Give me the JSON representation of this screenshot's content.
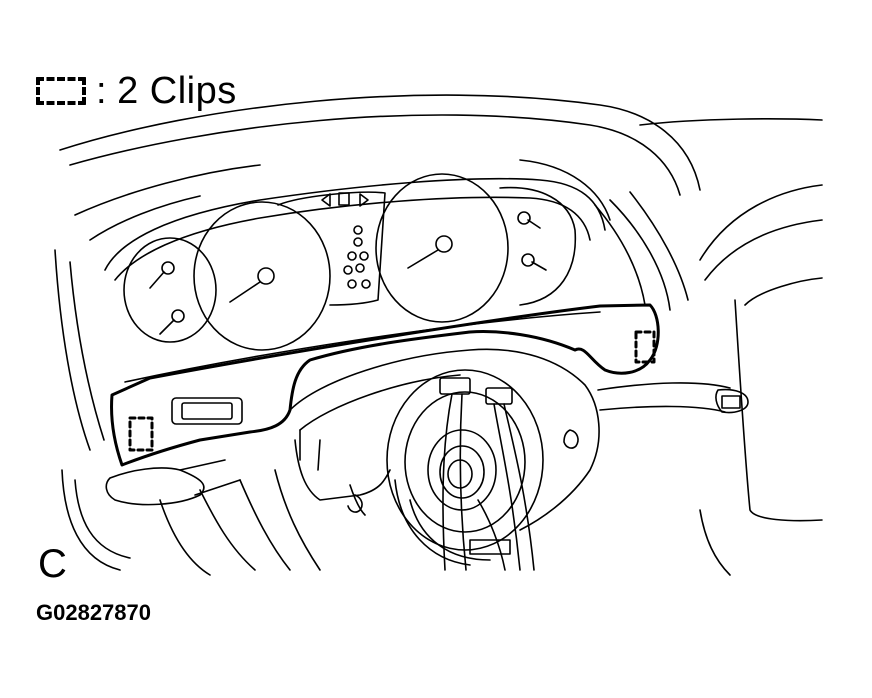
{
  "legend": {
    "separator": ":",
    "text": "2 Clips",
    "icon": "dashed-rectangle-clip-icon"
  },
  "view_label": "C",
  "figure_code": "G02827870",
  "colors": {
    "line": "#000000",
    "background": "#ffffff"
  }
}
